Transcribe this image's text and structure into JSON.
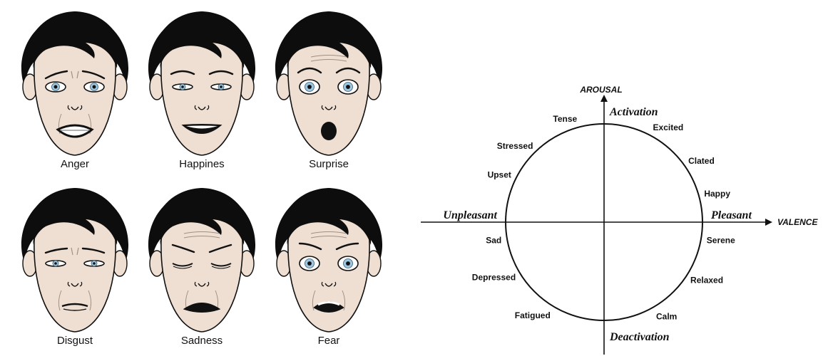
{
  "faces": [
    {
      "label": "Anger",
      "expression": "anger"
    },
    {
      "label": "Happines",
      "expression": "happiness"
    },
    {
      "label": "Surprise",
      "expression": "surprise"
    },
    {
      "label": "Disgust",
      "expression": "disgust"
    },
    {
      "label": "Sadness",
      "expression": "sadness"
    },
    {
      "label": "Fear",
      "expression": "fear"
    }
  ],
  "colors": {
    "hair": "#0d0d0d",
    "skin": "#efdfd2",
    "iris": "#9cc6e0",
    "line": "#111111"
  },
  "circumplex": {
    "axis_y_label": "AROUSAL",
    "axis_x_label": "VALENCE",
    "top_pole": "Activation",
    "bottom_pole": "Deactivation",
    "left_pole": "Unpleasant",
    "right_pole": "Pleasant",
    "emotions": [
      {
        "label": "Tense",
        "angle_deg": 105
      },
      {
        "label": "Excited",
        "angle_deg": 62
      },
      {
        "label": "Stressed",
        "angle_deg": 133
      },
      {
        "label": "Clated",
        "angle_deg": 36
      },
      {
        "label": "Upset",
        "angle_deg": 153
      },
      {
        "label": "Happy",
        "angle_deg": 16
      },
      {
        "label": "Sad",
        "angle_deg": 190
      },
      {
        "label": "Serene",
        "angle_deg": 350
      },
      {
        "label": "Depressed",
        "angle_deg": 212
      },
      {
        "label": "Relaxed",
        "angle_deg": 326
      },
      {
        "label": "Fatigued",
        "angle_deg": 239
      },
      {
        "label": "Calm",
        "angle_deg": 300
      }
    ]
  }
}
